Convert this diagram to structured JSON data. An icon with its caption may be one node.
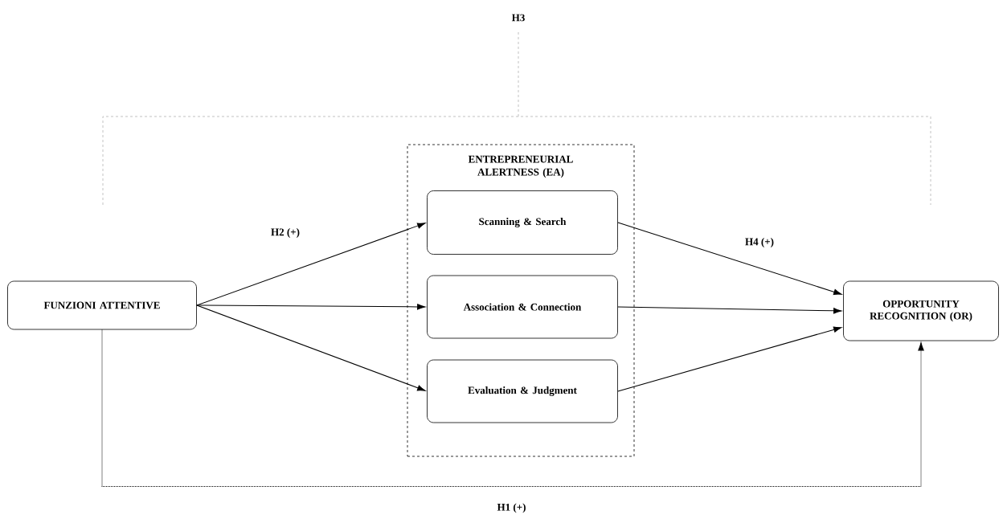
{
  "diagram": {
    "nodes": [
      {
        "text": [
          "FUNZIONI ATTENTIVE"
        ]
      },
      {
        "text": [
          "ENTREPRENEURIAL ALERTNESS (EA)"
        ]
      },
      {
        "text": [
          "Scanning & Search"
        ],
        "in": 1
      },
      {
        "text": [
          "Association & Connection"
        ],
        "in": 1
      },
      {
        "text": [
          "Evaluation & Judgment"
        ],
        "in": 1
      },
      {
        "text": [
          "OPPORTUNITY RECOGNITION (OR)"
        ]
      }
    ],
    "edges": [
      {
        "from": 0,
        "to": 2,
        "arrow": "to"
      },
      {
        "from": 0,
        "to": 3,
        "arrow": "to"
      },
      {
        "from": 0,
        "to": 4,
        "arrow": "to"
      },
      {
        "from": 2,
        "to": 5,
        "arrow": "to"
      },
      {
        "from": 3,
        "to": 5,
        "arrow": "to"
      },
      {
        "from": 4,
        "to": 5,
        "arrow": "to"
      },
      {
        "from": 0,
        "to": 5,
        "arrow": "to",
        "style": "dashed",
        "label": "H1 (+)"
      }
    ],
    "labels": [
      "H3",
      "H2 (+)",
      "H4 (+)"
    ]
  }
}
